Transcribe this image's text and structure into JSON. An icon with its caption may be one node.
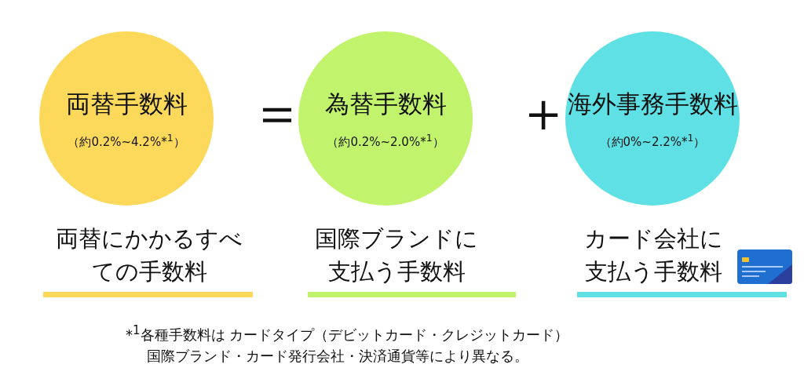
{
  "diagram": {
    "nodes": [
      {
        "text": [
          "両替手数料",
          "（約0.2%~4.2%*$^{1}$）"
        ]
      },
      {
        "text": [
          "為替手数料",
          "（約0.2%~2.0%*$^{1}$）"
        ]
      },
      {
        "text": [
          "海外事務手数料",
          "（約0%~2.2%*$^{1}$）"
        ]
      }
    ],
    "edges": [],
    "labels": [
      "＝",
      "＋",
      "両替にかかるすべての手数料",
      "国際ブランドに支払う手数料",
      "カード会社に支払う手数料",
      "*$^{1}$各種手数料は カードタイプ（デビットカード・クレジットカード）",
      "国際ブランド・カード発行会社・決済通貨等により異なる。"
    ]
  }
}
